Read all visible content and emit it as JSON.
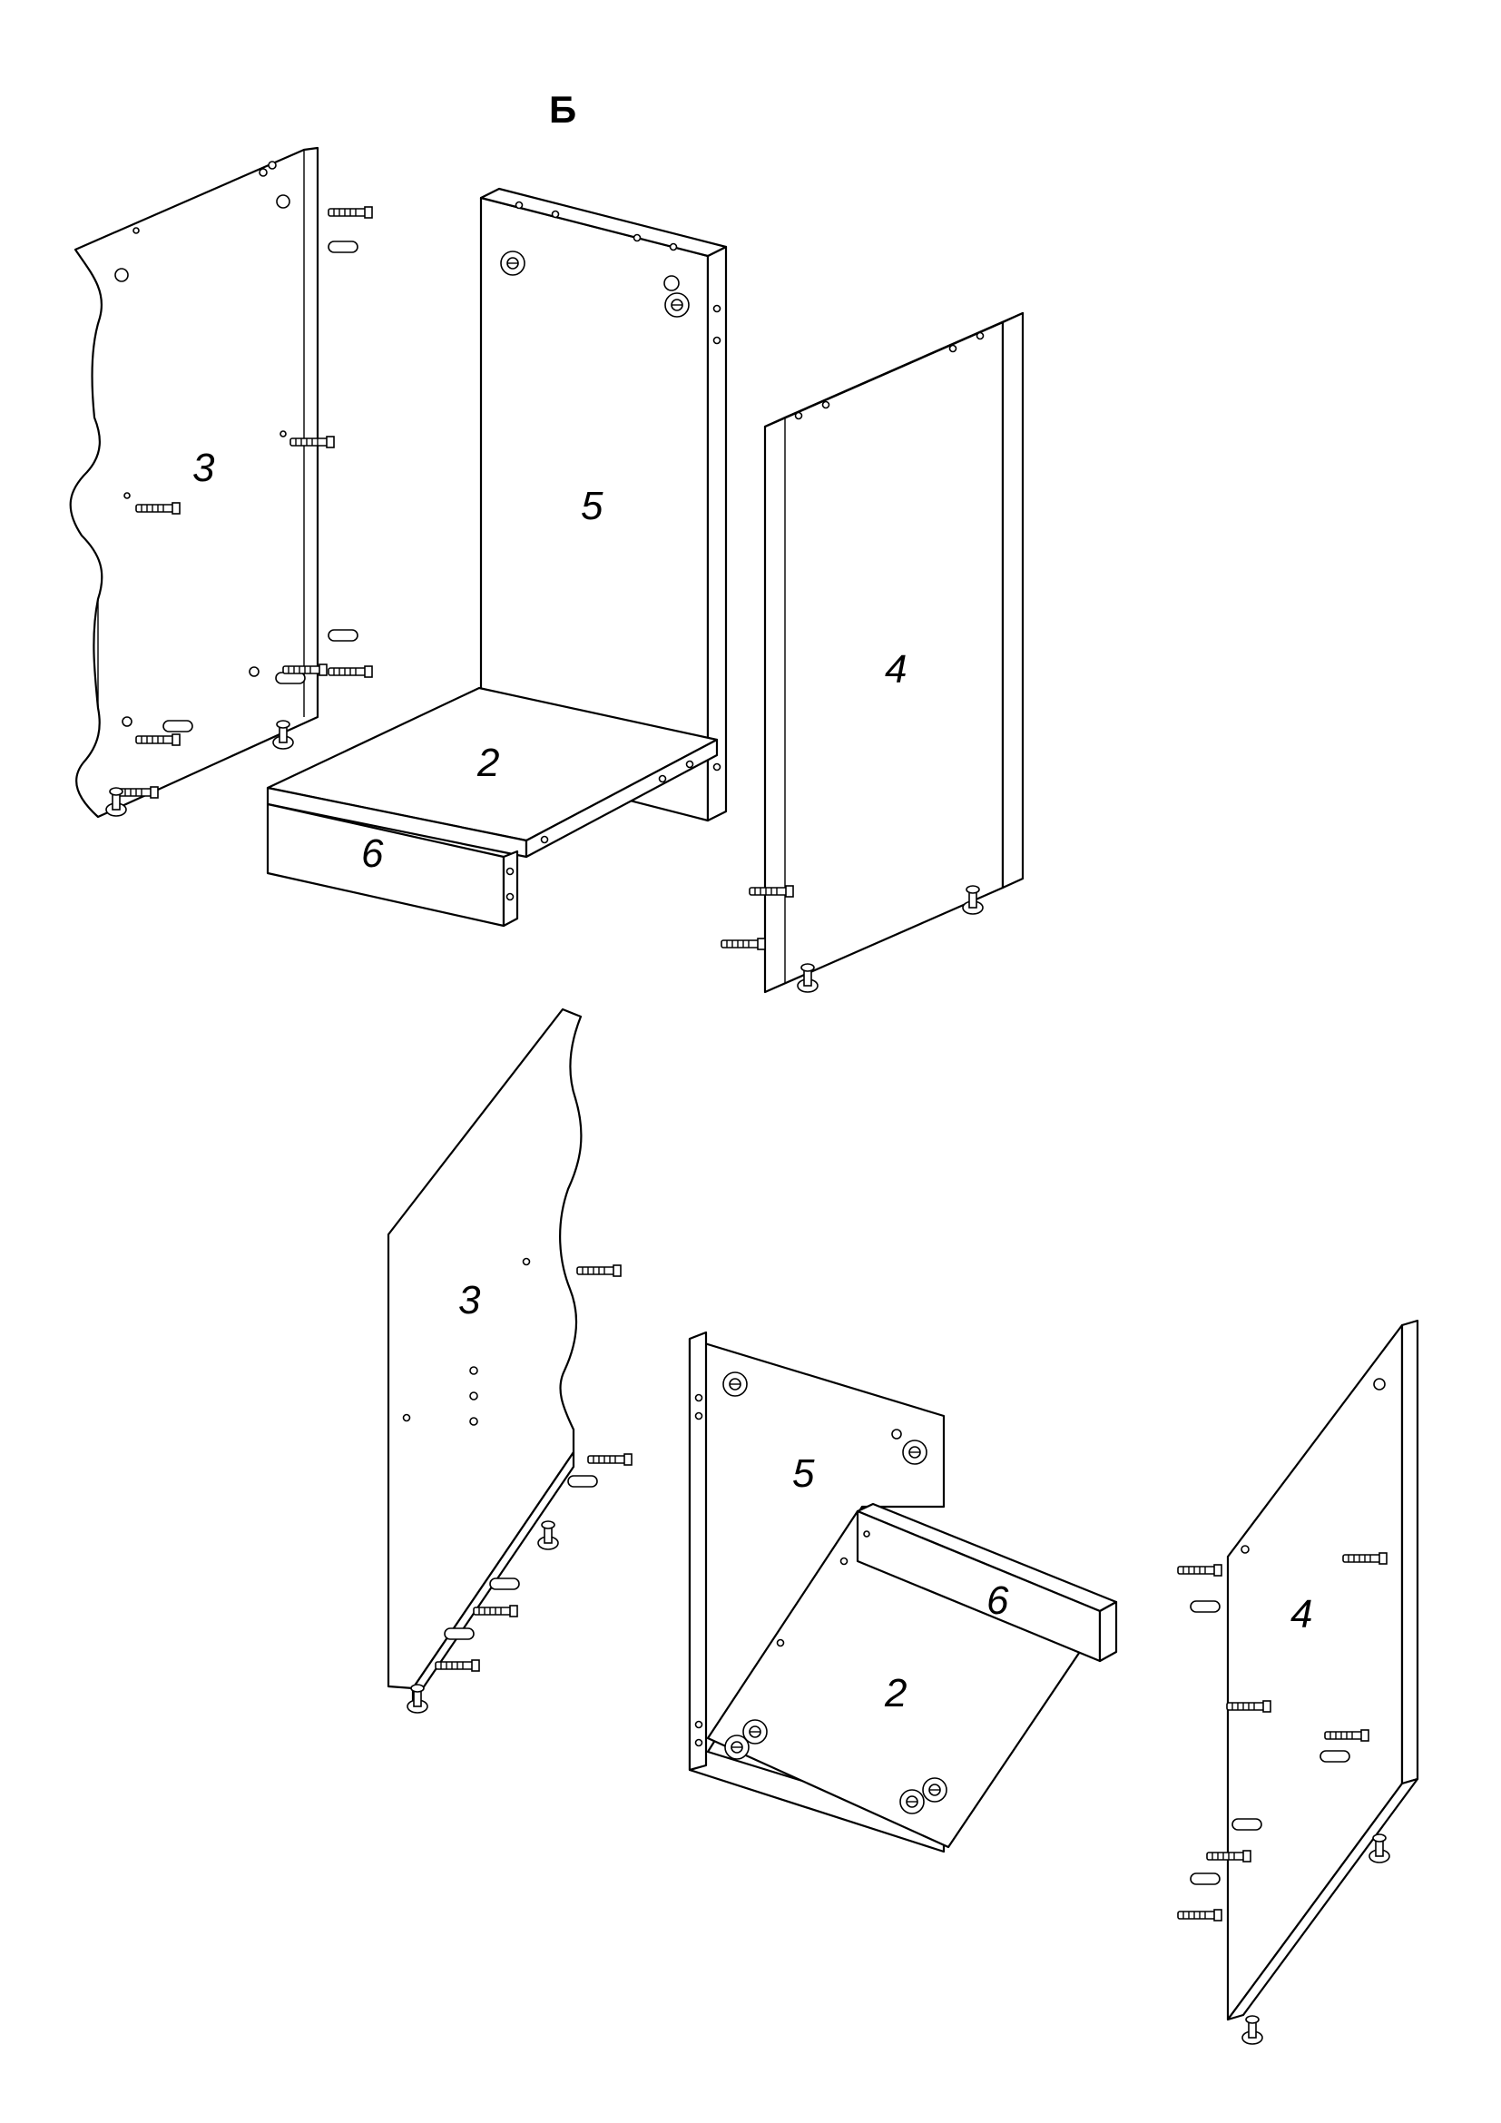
{
  "diagram": {
    "title": "Б",
    "top_assembly": {
      "part_3": "3",
      "part_5": "5",
      "part_4": "4",
      "part_2": "2",
      "part_6": "6"
    },
    "bottom_assembly": {
      "part_3": "3",
      "part_5": "5",
      "part_4": "4",
      "part_2": "2",
      "part_6": "6"
    }
  }
}
